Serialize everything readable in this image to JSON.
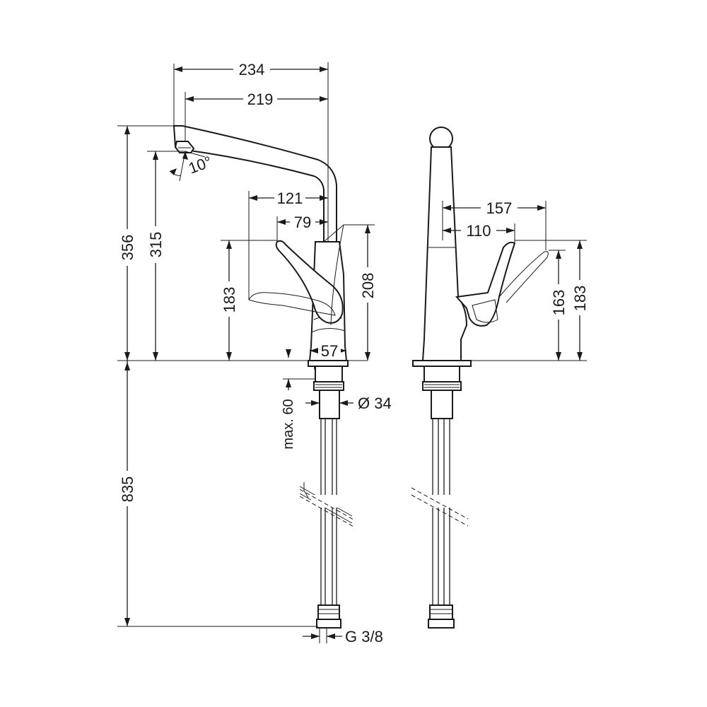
{
  "dimensions": {
    "overall_reach": "234",
    "spout_reach": "219",
    "spray_angle": "10°",
    "overall_height": "356",
    "spout_height": "315",
    "lever_reach": "121",
    "lever_offset": "79",
    "lever_height": "183",
    "body_height": "208",
    "base_width": "57",
    "deck_thickness": "max. 60",
    "hole_diameter": "Ø 34",
    "hose_length": "835",
    "connection_thread": "G 3/8",
    "side_lever_reach": "157",
    "side_lever_offset": "110",
    "side_lever_height_a": "163",
    "side_lever_height_b": "183"
  }
}
